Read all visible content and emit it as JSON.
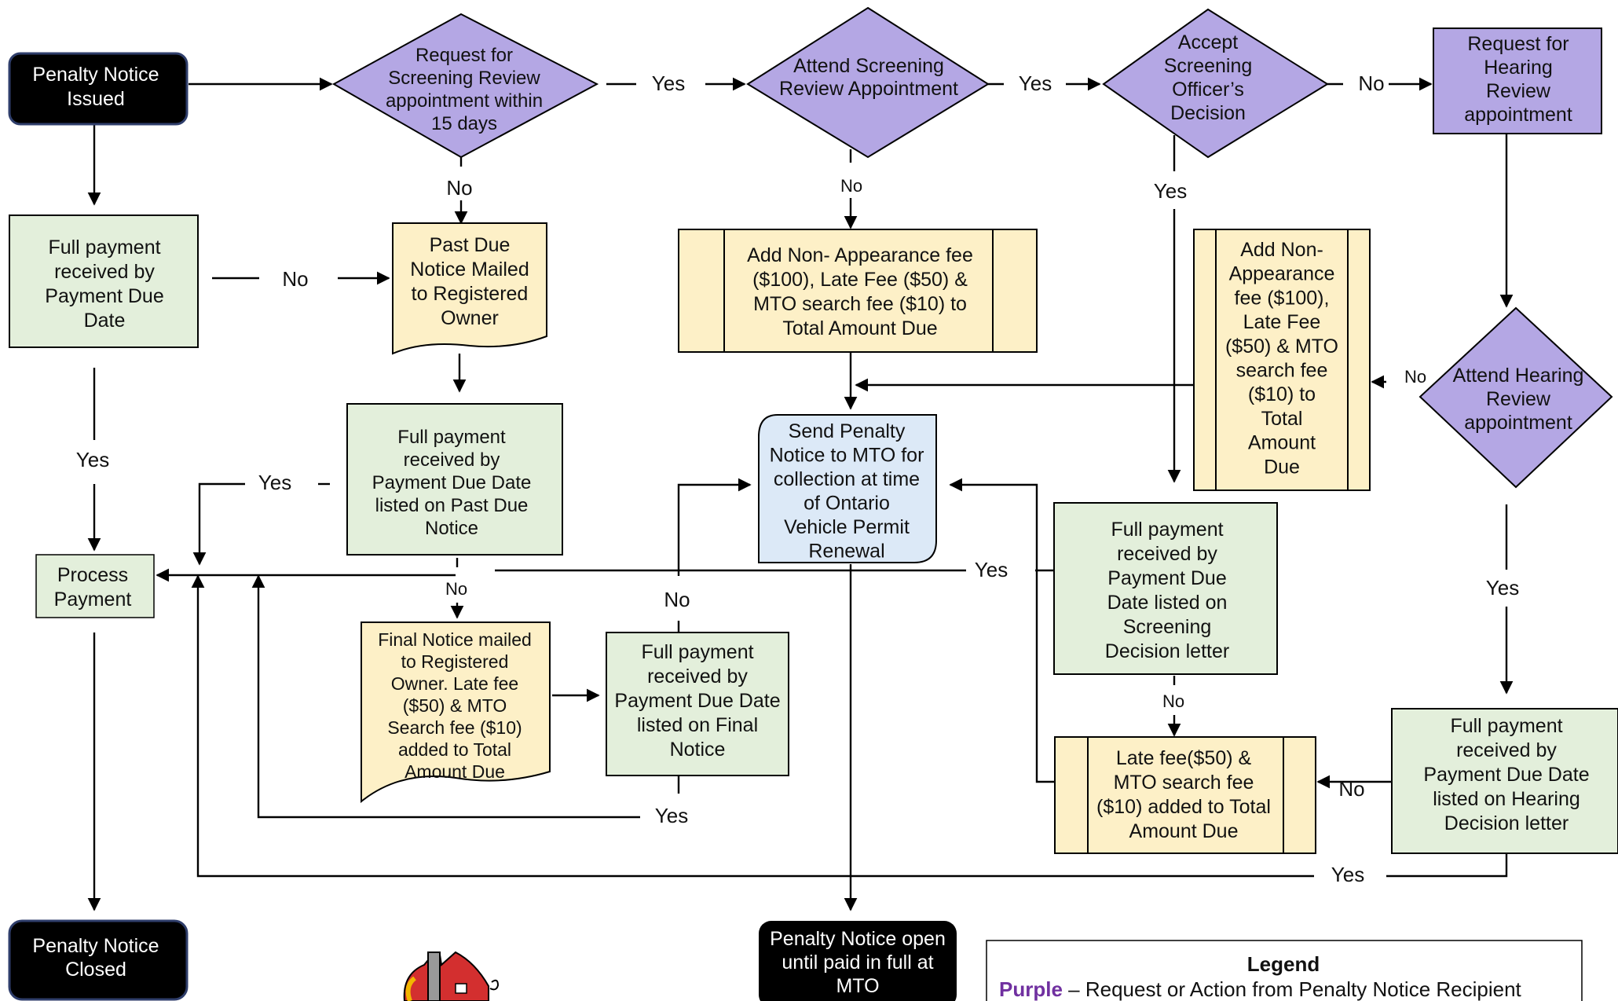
{
  "colors": {
    "black_node": "#000000",
    "purple": "#b4a7e4",
    "green": "#e3efdb",
    "yellow": "#fdf0c7",
    "blue": "#dce9f7",
    "line": "#000000",
    "legend_purple_text": "#7030a0"
  },
  "nodes": {
    "penalty_issued": [
      "Penalty Notice",
      "Issued"
    ],
    "req_screening": [
      "Request for",
      "Screening Review",
      "appointment within",
      "15 days"
    ],
    "attend_screening": [
      "Attend Screening",
      "Review Appointment"
    ],
    "accept_decision": [
      "Accept",
      "Screening",
      "Officer’s",
      "Decision"
    ],
    "req_hearing": [
      "Request for",
      "Hearing",
      "Review",
      "appointment"
    ],
    "full_payment_due": [
      "Full payment",
      "received by",
      "Payment Due",
      "Date"
    ],
    "past_due_notice": [
      "Past Due",
      "Notice Mailed",
      "to Registered",
      "Owner"
    ],
    "add_fees_screening": [
      "Add Non- Appearance fee",
      "($100), Late Fee ($50) &",
      "MTO search fee ($10) to",
      "Total Amount Due"
    ],
    "add_fees_hearing": [
      "Add Non-",
      "Appearance",
      "fee ($100),",
      "Late Fee",
      "($50) & MTO",
      "search fee",
      "($10) to",
      "Total",
      "Amount",
      "Due"
    ],
    "attend_hearing": [
      "Attend Hearing",
      "Review",
      "appointment"
    ],
    "full_payment_past_due": [
      "Full payment",
      "received by",
      "Payment Due Date",
      "listed on Past Due",
      "Notice"
    ],
    "send_to_mto": [
      "Send Penalty",
      "Notice to MTO for",
      "collection at time",
      "of Ontario",
      "Vehicle Permit",
      "Renewal"
    ],
    "process_payment": [
      "Process",
      "Payment"
    ],
    "full_payment_screening": [
      "Full payment",
      "received by",
      "Payment Due",
      "Date listed on",
      "Screening",
      "Decision letter"
    ],
    "final_notice": [
      "Final Notice mailed",
      "to Registered",
      "Owner. Late fee",
      "($50) & MTO",
      "Search fee ($10)",
      "added to Total",
      "Amount Due"
    ],
    "full_payment_final": [
      "Full payment",
      "received by",
      "Payment Due Date",
      "listed on Final",
      "Notice"
    ],
    "late_fee_box": [
      "Late fee($50) &",
      "MTO search fee",
      "($10) added to Total",
      "Amount Due"
    ],
    "full_payment_hearing": [
      "Full payment",
      "received by",
      "Payment Due Date",
      "listed on Hearing",
      "Decision letter"
    ],
    "penalty_closed": [
      "Penalty Notice",
      "Closed"
    ],
    "penalty_open": [
      "Penalty Notice open",
      "until paid in full at",
      "MTO"
    ]
  },
  "edge_labels": {
    "yes_1": "Yes",
    "yes_2": "Yes",
    "no_1": "No",
    "no_2": "No",
    "no_3": "No",
    "yes_3": "Yes",
    "no_4": "No",
    "no_5": "No",
    "yes_left": "Yes",
    "yes_past_due": "Yes",
    "no_past_due": "No",
    "no_final": "No",
    "yes_final": "Yes",
    "yes_screening": "Yes",
    "no_screening": "No",
    "no_late": "No",
    "yes_hearing": "Yes",
    "yes_bottom": "Yes"
  },
  "legend": {
    "title": "Legend",
    "purple_word": "Purple",
    "purple_text": " – Request or Action from Penalty Notice Recipient"
  },
  "logo": {
    "icon": "barn-logo"
  }
}
